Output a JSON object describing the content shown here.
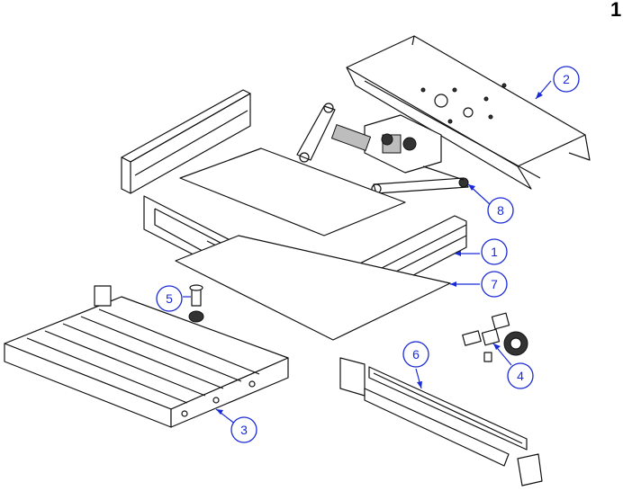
{
  "page_number": "1",
  "callouts": [
    {
      "label": "1",
      "part": "side-rail"
    },
    {
      "label": "2",
      "part": "mounting-plate"
    },
    {
      "label": "3",
      "part": "step-tread"
    },
    {
      "label": "4",
      "part": "gear-set"
    },
    {
      "label": "5",
      "part": "bolt-bushing"
    },
    {
      "label": "6",
      "part": "guide-rail"
    },
    {
      "label": "7",
      "part": "bottom-sheet"
    },
    {
      "label": "8",
      "part": "linkage-arm"
    }
  ],
  "colors": {
    "callout": "#1a2bd6",
    "line": "#111111"
  }
}
